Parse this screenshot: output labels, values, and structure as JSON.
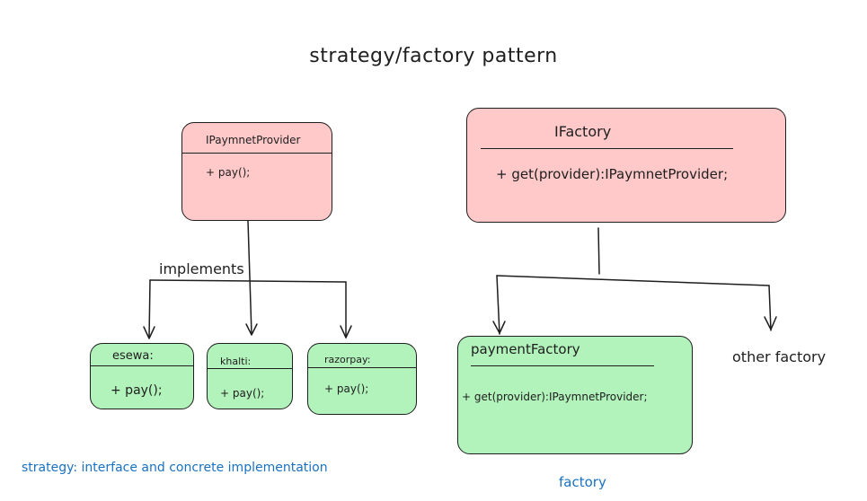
{
  "title": "strategy/factory pattern",
  "interface_box": {
    "name": "IPaymnetProvider",
    "method": "+ pay();"
  },
  "strategies": [
    {
      "name": "esewa:",
      "method": "+ pay();"
    },
    {
      "name": "khalti:",
      "method": "+ pay();"
    },
    {
      "name": "razorpay:",
      "method": "+ pay();"
    }
  ],
  "implements_label": "implements",
  "strategy_caption": "strategy: interface and concrete implementation",
  "ifactory_box": {
    "name": "IFactory",
    "method": "+ get(provider):IPaymnetProvider;"
  },
  "payment_factory_box": {
    "name": "paymentFactory",
    "method": "+ get(provider):IPaymnetProvider;"
  },
  "other_factory_label": "other factory",
  "factory_caption": "factory",
  "colors": {
    "interface_fill": "#ffc9c9",
    "concrete_fill": "#b2f2bb",
    "caption": "#1971c2",
    "stroke": "#1e1e1e"
  }
}
